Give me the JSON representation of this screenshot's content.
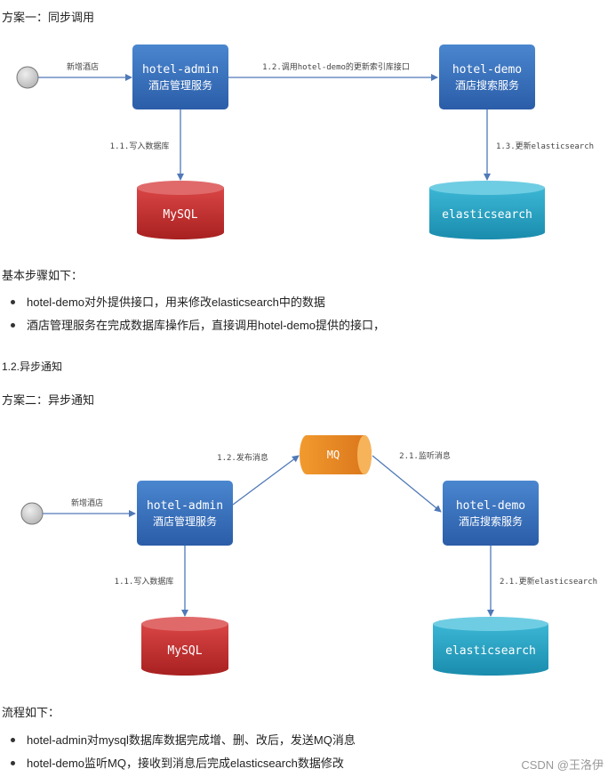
{
  "section1": {
    "heading": "方案一：同步调用",
    "diagram": {
      "start_label": "新增酒店",
      "admin_line1": "hotel-admin",
      "admin_line2": "酒店管理服务",
      "demo_line1": "hotel-demo",
      "demo_line2": "酒店搜索服务",
      "call_label": "1.2.调用hotel-demo的更新索引库接口",
      "write_label": "1.1.写入数据库",
      "update_label": "1.3.更新elasticsearch",
      "mysql": "MySQL",
      "es": "elasticsearch"
    },
    "steps_title": "基本步骤如下：",
    "steps": [
      "hotel-demo对外提供接口，用来修改elasticsearch中的数据",
      "酒店管理服务在完成数据库操作后，直接调用hotel-demo提供的接口，"
    ]
  },
  "section2": {
    "subheading": "1.2.异步通知",
    "heading": "方案二：异步通知",
    "diagram": {
      "start_label": "新增酒店",
      "admin_line1": "hotel-admin",
      "admin_line2": "酒店管理服务",
      "demo_line1": "hotel-demo",
      "demo_line2": "酒店搜索服务",
      "mq": "MQ",
      "publish_label": "1.2.发布消息",
      "listen_label": "2.1.监听消息",
      "write_label": "1.1.写入数据库",
      "update_label": "2.1.更新elasticsearch",
      "mysql": "MySQL",
      "es": "elasticsearch"
    },
    "flow_title": "流程如下：",
    "flow": [
      "hotel-admin对mysql数据库数据完成增、删、改后，发送MQ消息",
      "hotel-demo监听MQ，接收到消息后完成elasticsearch数据修改"
    ]
  },
  "watermark": "CSDN @王洛伊"
}
